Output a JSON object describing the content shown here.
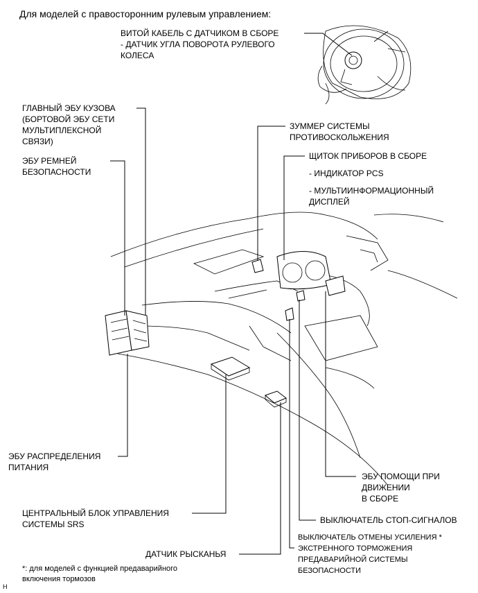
{
  "title": "Для моделей с правосторонним рулевым управлением:",
  "labels": {
    "spiral_cable": "ВИТОЙ КАБЕЛЬ С ДАТЧИКОМ В СБОРЕ\n- ДАТЧИК УГЛА ПОВОРОТА РУЛЕВОГО\nКОЛЕСА",
    "main_body_ecu": "ГЛАВНЫЙ ЭБУ КУЗОВА\n(БОРТОВОЙ ЭБУ СЕТИ\nМУЛЬТИПЛЕКСНОЙ\nСВЯЗИ)",
    "seatbelt_ecu": "ЭБУ РЕМНЕЙ\nБЕЗОПАСНОСТИ",
    "buzzer": "ЗУММЕР СИСТЕМЫ\nПРОТИВОСКОЛЬЖЕНИЯ",
    "meter": "ЩИТОК ПРИБОРОВ В СБОРЕ",
    "pcs_indicator": "- ИНДИКАТОР PCS",
    "multi_display": "- МУЛЬТИИНФОРМАЦИОННЫЙ\nДИСПЛЕЙ",
    "power_ecu": "ЭБУ РАСПРЕДЕЛЕНИЯ\nПИТАНИЯ",
    "driving_support_ecu": "ЭБУ ПОМОЩИ ПРИ\nДВИЖЕНИИ\nВ СБОРЕ",
    "srs_center": "ЦЕНТРАЛЬНЫЙ БЛОК УПРАВЛЕНИЯ\nСИСТЕМЫ SRS",
    "stop_light_switch": "ВЫКЛЮЧАТЕЛЬ СТОП-СИГНАЛОВ",
    "pcs_brake_switch": "ВЫКЛЮЧАТЕЛЬ ОТМЕНЫ УСИЛЕНИЯ *\nЭКСТРЕННОГО ТОРМОЖЕНИЯ\nПРЕДАВАРИЙНОЙ СИСТЕМЫ\nБЕЗОПАСНОСТИ",
    "yaw_sensor": "ДАТЧИК РЫСКАНЬЯ"
  },
  "footnote": "*: для моделей с функцией предаварийного\nвключения тормозов",
  "corner_mark": "H"
}
